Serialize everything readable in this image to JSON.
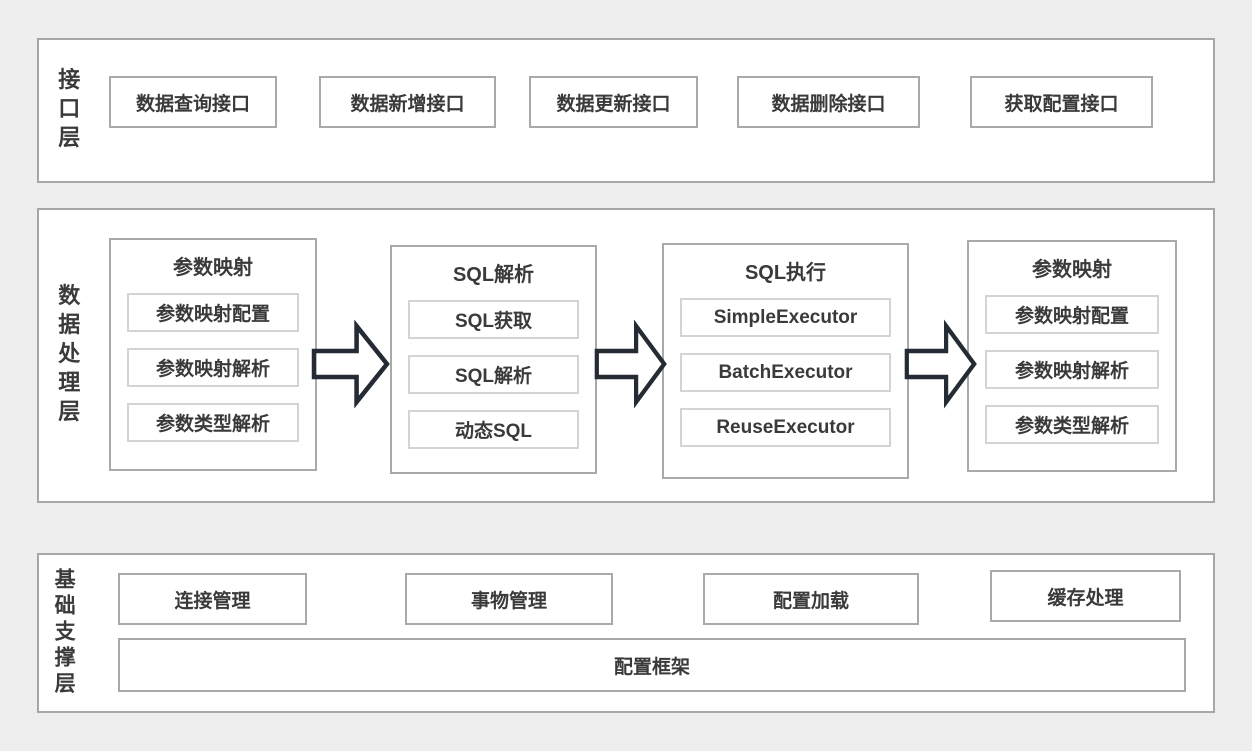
{
  "colors": {
    "bg": "#efeeee",
    "ink": "#3a3a3a",
    "panel_border": "#a6a6a6",
    "box_border": "#a9a9a9",
    "inner_border": "#d4d4d4",
    "arrow": "#242b34"
  },
  "layers": {
    "interface": {
      "label": "接口层",
      "boxes": [
        "数据查询接口",
        "数据新增接口",
        "数据更新接口",
        "数据删除接口",
        "获取配置接口"
      ]
    },
    "processing": {
      "label": "数据处理层",
      "groups": [
        {
          "title": "参数映射",
          "items": [
            "参数映射配置",
            "参数映射解析",
            "参数类型解析"
          ]
        },
        {
          "title": "SQL解析",
          "items": [
            "SQL获取",
            "SQL解析",
            "动态SQL"
          ]
        },
        {
          "title": "SQL执行",
          "items": [
            "SimpleExecutor",
            "BatchExecutor",
            "ReuseExecutor"
          ]
        },
        {
          "title": "参数映射",
          "items": [
            "参数映射配置",
            "参数映射解析",
            "参数类型解析"
          ]
        }
      ],
      "flow_arrow": "right-block-arrow"
    },
    "foundation": {
      "label": "基础支撑层",
      "boxes": [
        "连接管理",
        "事物管理",
        "配置加载",
        "缓存处理"
      ],
      "wide_box": "配置框架"
    }
  }
}
